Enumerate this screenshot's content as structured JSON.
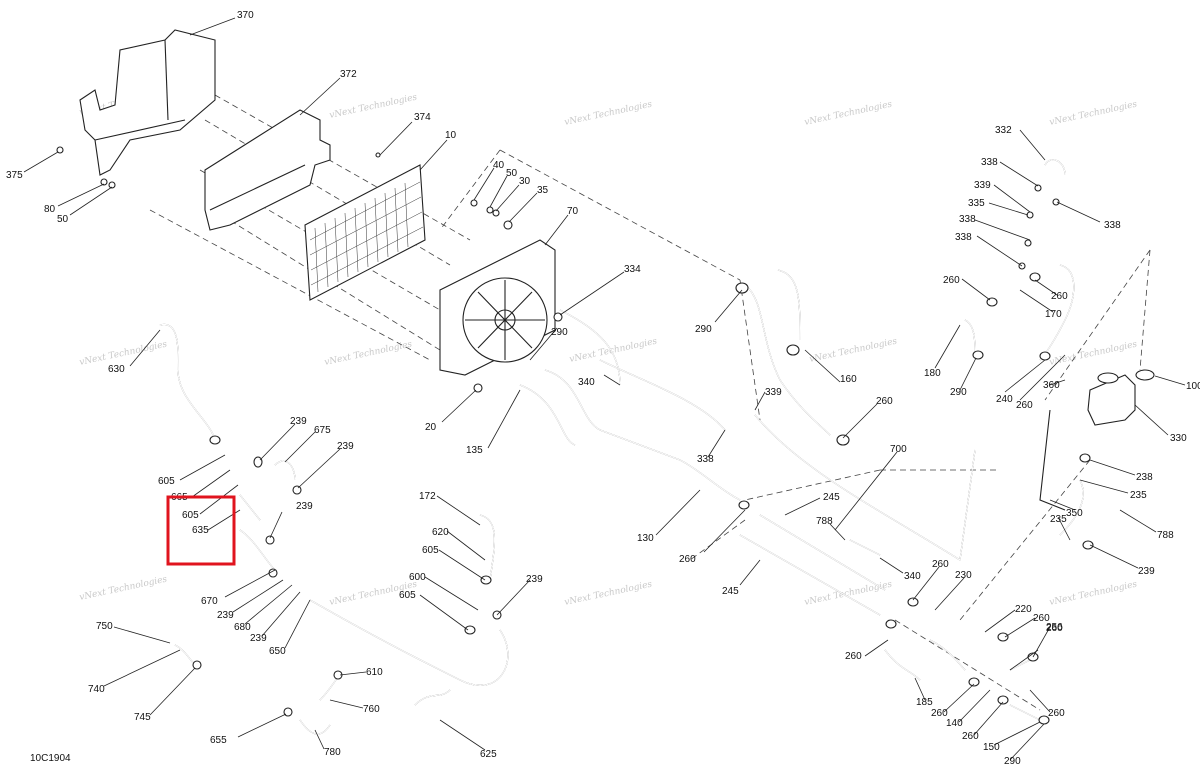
{
  "figure_code": "10C1904",
  "watermark_text": "vNext Technologies",
  "highlight_color": "#e0141e",
  "callouts": [
    {
      "id": "c370",
      "text": "370"
    },
    {
      "id": "c372",
      "text": "372"
    },
    {
      "id": "c374",
      "text": "374"
    },
    {
      "id": "c10",
      "text": "10"
    },
    {
      "id": "c375",
      "text": "375"
    },
    {
      "id": "c80",
      "text": "80"
    },
    {
      "id": "c50a",
      "text": "50"
    },
    {
      "id": "c40",
      "text": "40"
    },
    {
      "id": "c50b",
      "text": "50"
    },
    {
      "id": "c30",
      "text": "30"
    },
    {
      "id": "c35",
      "text": "35"
    },
    {
      "id": "c70",
      "text": "70"
    },
    {
      "id": "c334",
      "text": "334"
    },
    {
      "id": "c290a",
      "text": "290"
    },
    {
      "id": "c290b",
      "text": "290"
    },
    {
      "id": "c340a",
      "text": "340"
    },
    {
      "id": "c339a",
      "text": "339"
    },
    {
      "id": "c160",
      "text": "160"
    },
    {
      "id": "c260a",
      "text": "260"
    },
    {
      "id": "c338a",
      "text": "338"
    },
    {
      "id": "c20",
      "text": "20"
    },
    {
      "id": "c135",
      "text": "135"
    },
    {
      "id": "c630",
      "text": "630"
    },
    {
      "id": "c239a",
      "text": "239"
    },
    {
      "id": "c675",
      "text": "675"
    },
    {
      "id": "c239b",
      "text": "239"
    },
    {
      "id": "c605a",
      "text": "605"
    },
    {
      "id": "c665",
      "text": "665"
    },
    {
      "id": "c605b",
      "text": "605"
    },
    {
      "id": "c635",
      "text": "635"
    },
    {
      "id": "c239c",
      "text": "239"
    },
    {
      "id": "c670",
      "text": "670"
    },
    {
      "id": "c239d",
      "text": "239"
    },
    {
      "id": "c680",
      "text": "680"
    },
    {
      "id": "c239e",
      "text": "239"
    },
    {
      "id": "c650",
      "text": "650"
    },
    {
      "id": "c172",
      "text": "172"
    },
    {
      "id": "c620",
      "text": "620"
    },
    {
      "id": "c605c",
      "text": "605"
    },
    {
      "id": "c600",
      "text": "600"
    },
    {
      "id": "c605d",
      "text": "605"
    },
    {
      "id": "c239f",
      "text": "239"
    },
    {
      "id": "c130",
      "text": "130"
    },
    {
      "id": "c260b",
      "text": "260"
    },
    {
      "id": "c700",
      "text": "700"
    },
    {
      "id": "c245a",
      "text": "245"
    },
    {
      "id": "c788a",
      "text": "788"
    },
    {
      "id": "c340b",
      "text": "340"
    },
    {
      "id": "c260c",
      "text": "260"
    },
    {
      "id": "c230",
      "text": "230"
    },
    {
      "id": "c245b",
      "text": "245"
    },
    {
      "id": "c750",
      "text": "750"
    },
    {
      "id": "c740",
      "text": "740"
    },
    {
      "id": "c745",
      "text": "745"
    },
    {
      "id": "c610",
      "text": "610"
    },
    {
      "id": "c760",
      "text": "760"
    },
    {
      "id": "c655",
      "text": "655"
    },
    {
      "id": "c780",
      "text": "780"
    },
    {
      "id": "c625",
      "text": "625"
    },
    {
      "id": "c332",
      "text": "332"
    },
    {
      "id": "c338b",
      "text": "338"
    },
    {
      "id": "c339b",
      "text": "339"
    },
    {
      "id": "c338c",
      "text": "338"
    },
    {
      "id": "c335",
      "text": "335"
    },
    {
      "id": "c338d",
      "text": "338"
    },
    {
      "id": "c338e",
      "text": "338"
    },
    {
      "id": "c260d",
      "text": "260"
    },
    {
      "id": "c260e",
      "text": "260"
    },
    {
      "id": "c170",
      "text": "170"
    },
    {
      "id": "c180",
      "text": "180"
    },
    {
      "id": "c290c",
      "text": "290"
    },
    {
      "id": "c240",
      "text": "240"
    },
    {
      "id": "c260f",
      "text": "260"
    },
    {
      "id": "c360",
      "text": "360"
    },
    {
      "id": "c100",
      "text": "100"
    },
    {
      "id": "c330",
      "text": "330"
    },
    {
      "id": "c238",
      "text": "238"
    },
    {
      "id": "c235a",
      "text": "235"
    },
    {
      "id": "c350",
      "text": "350"
    },
    {
      "id": "c235b",
      "text": "235"
    },
    {
      "id": "c788b",
      "text": "788"
    },
    {
      "id": "c239g",
      "text": "239"
    },
    {
      "id": "c220",
      "text": "220"
    },
    {
      "id": "c260g",
      "text": "260"
    },
    {
      "id": "c260h",
      "text": "260"
    },
    {
      "id": "c256",
      "text": "256"
    },
    {
      "id": "c260i",
      "text": "260"
    },
    {
      "id": "c185",
      "text": "185"
    },
    {
      "id": "c260j",
      "text": "260"
    },
    {
      "id": "c140",
      "text": "140"
    },
    {
      "id": "c260k",
      "text": "260"
    },
    {
      "id": "c260l",
      "text": "260"
    },
    {
      "id": "c150",
      "text": "150"
    },
    {
      "id": "c290d",
      "text": "290"
    }
  ]
}
